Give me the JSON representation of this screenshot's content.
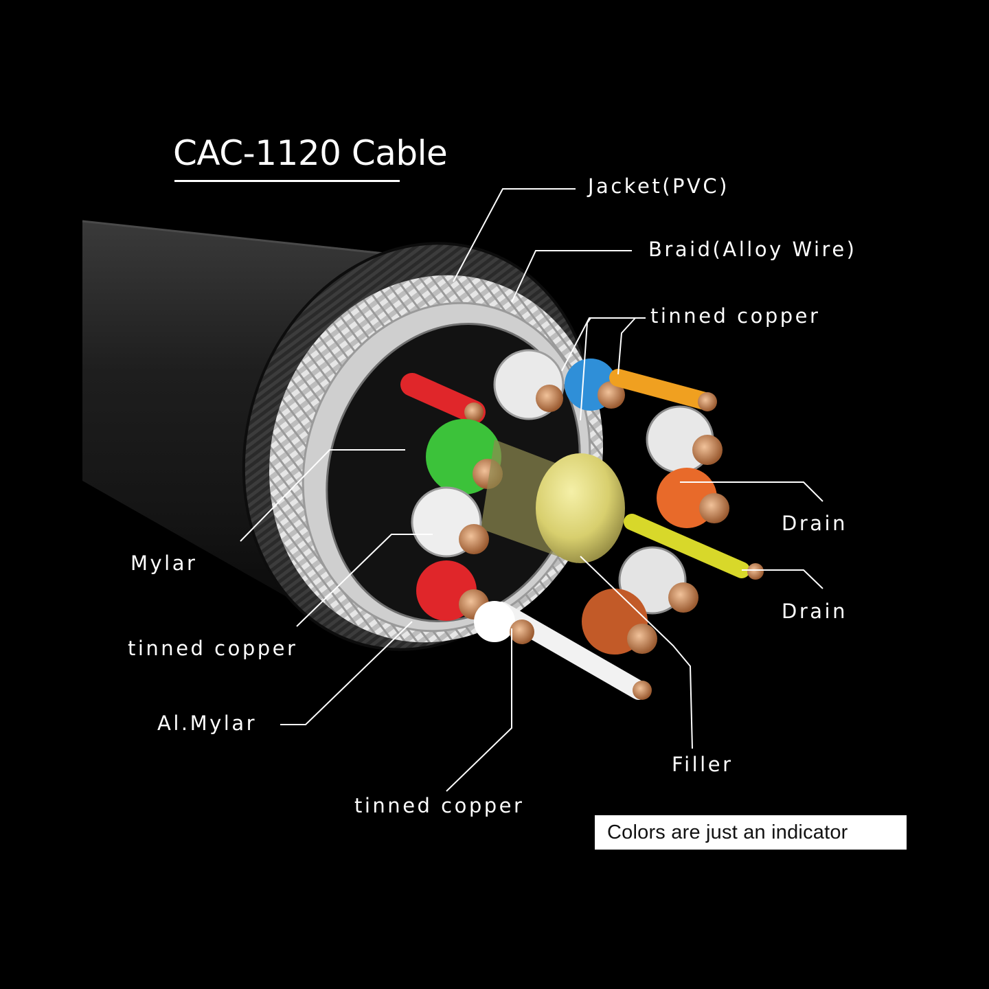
{
  "title": "CAC-1120 Cable",
  "labels": {
    "jacket": "Jacket(PVC)",
    "braid": "Braid(Alloy Wire)",
    "tinned_copper_top": "tinned copper",
    "drain_upper": "Drain",
    "drain_lower": "Drain",
    "mylar": "Mylar",
    "tinned_copper_left": "tinned copper",
    "al_mylar": "Al.Mylar",
    "filler": "Filler",
    "tinned_copper_bottom": "tinned copper"
  },
  "note": "Colors are just an indicator",
  "colors": {
    "background": "#000000",
    "jacket": "#1c1c1c",
    "braid": "#c8c8c8",
    "copper": "#c98a5c",
    "red": "#e0262a",
    "blue": "#2f8fd8",
    "green": "#3cc23a",
    "orange": "#e86a2a",
    "yellow": "#d8d82a",
    "filler": "#d9d07a"
  }
}
